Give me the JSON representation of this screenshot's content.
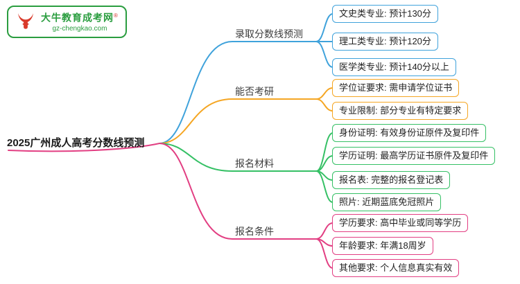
{
  "logo": {
    "site_name": "大牛教育成考网",
    "registered_mark": "®",
    "site_url": "gz-chengkao.com",
    "brand_green": "#2a9d3f",
    "bull_red": "#d93a2b"
  },
  "root": {
    "label": "2025广州成人高考分数线预测",
    "color": "#e23e82"
  },
  "branches": [
    {
      "label": "录取分数线预测",
      "color": "#3fa2db",
      "leaves": [
        "文史类专业: 预计130分",
        "理工类专业: 预计120分",
        "医学类专业: 预计140分以上"
      ]
    },
    {
      "label": "能否考研",
      "color": "#f5a623",
      "leaves": [
        "学位证要求: 需申请学位证书",
        "专业限制: 部分专业有特定要求"
      ]
    },
    {
      "label": "报名材料",
      "color": "#35c065",
      "leaves": [
        "身份证明: 有效身份证原件及复印件",
        "学历证明: 最高学历证书原件及复印件",
        "报名表: 完整的报名登记表",
        "照片: 近期蓝底免冠照片"
      ]
    },
    {
      "label": "报名条件",
      "color": "#e23e82",
      "leaves": [
        "学历要求: 高中毕业或同等学历",
        "年龄要求: 年满18周岁",
        "其他要求: 个人信息真实有效"
      ]
    }
  ]
}
